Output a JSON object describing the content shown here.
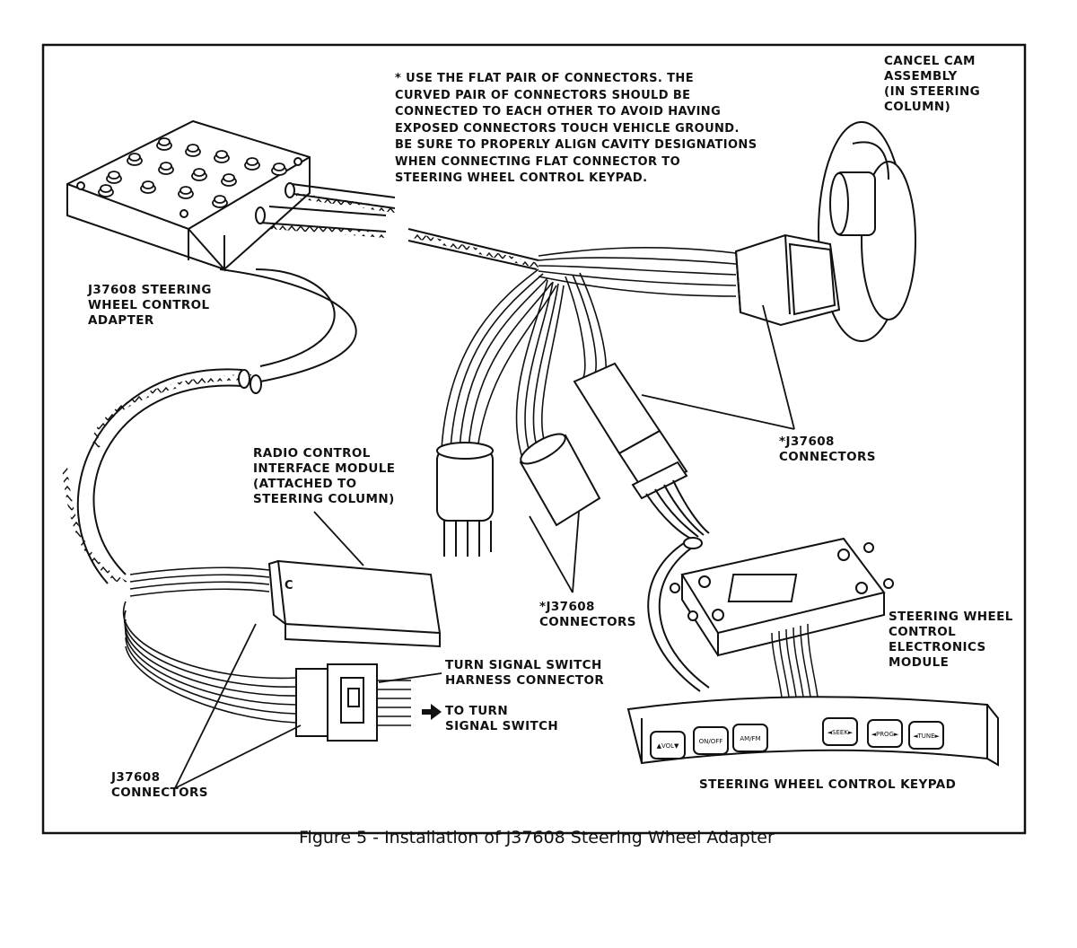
{
  "note": {
    "lines": [
      "* USE THE FLAT PAIR OF CONNECTORS.  THE",
      "CURVED PAIR OF CONNECTORS SHOULD BE",
      "CONNECTED TO EACH OTHER TO AVOID HAVING",
      "EXPOSED CONNECTORS TOUCH VEHICLE GROUND.",
      "BE SURE TO PROPERLY ALIGN CAVITY DESIGNATIONS",
      "WHEN CONNECTING FLAT CONNECTOR TO",
      "STEERING WHEEL CONTROL KEYPAD."
    ]
  },
  "labels": {
    "cancel_cam": [
      "CANCEL CAM",
      "ASSEMBLY",
      "(IN STEERING",
      "COLUMN)"
    ],
    "adapter": [
      "J37608 STEERING",
      "WHEEL CONTROL",
      "ADAPTER"
    ],
    "connectors_right": [
      "*J37608",
      "CONNECTORS"
    ],
    "radio_module": [
      "RADIO CONTROL",
      "INTERFACE MODULE",
      "(ATTACHED TO",
      "STEERING COLUMN)"
    ],
    "connectors_middle": [
      "*J37608",
      "CONNECTORS"
    ],
    "electronics_module": [
      "STEERING WHEEL",
      "CONTROL",
      "ELECTRONICS",
      "MODULE"
    ],
    "turn_signal_harness": [
      "TURN SIGNAL SWITCH",
      "HARNESS CONNECTOR"
    ],
    "to_turn_signal": [
      "TO TURN",
      "SIGNAL SWITCH"
    ],
    "connectors_left": [
      "J37608",
      "CONNECTORS"
    ],
    "keypad": "STEERING WHEEL CONTROL KEYPAD"
  },
  "keypad_buttons": [
    "▲VOL▼",
    "ON/OFF",
    "AM/FM",
    "◄SEEK►",
    "◄PROG►",
    "◄TUNE►"
  ],
  "radio_module_mark": "C",
  "caption": "Figure 5 - Installation of J37608 Steering Wheel Adapter"
}
